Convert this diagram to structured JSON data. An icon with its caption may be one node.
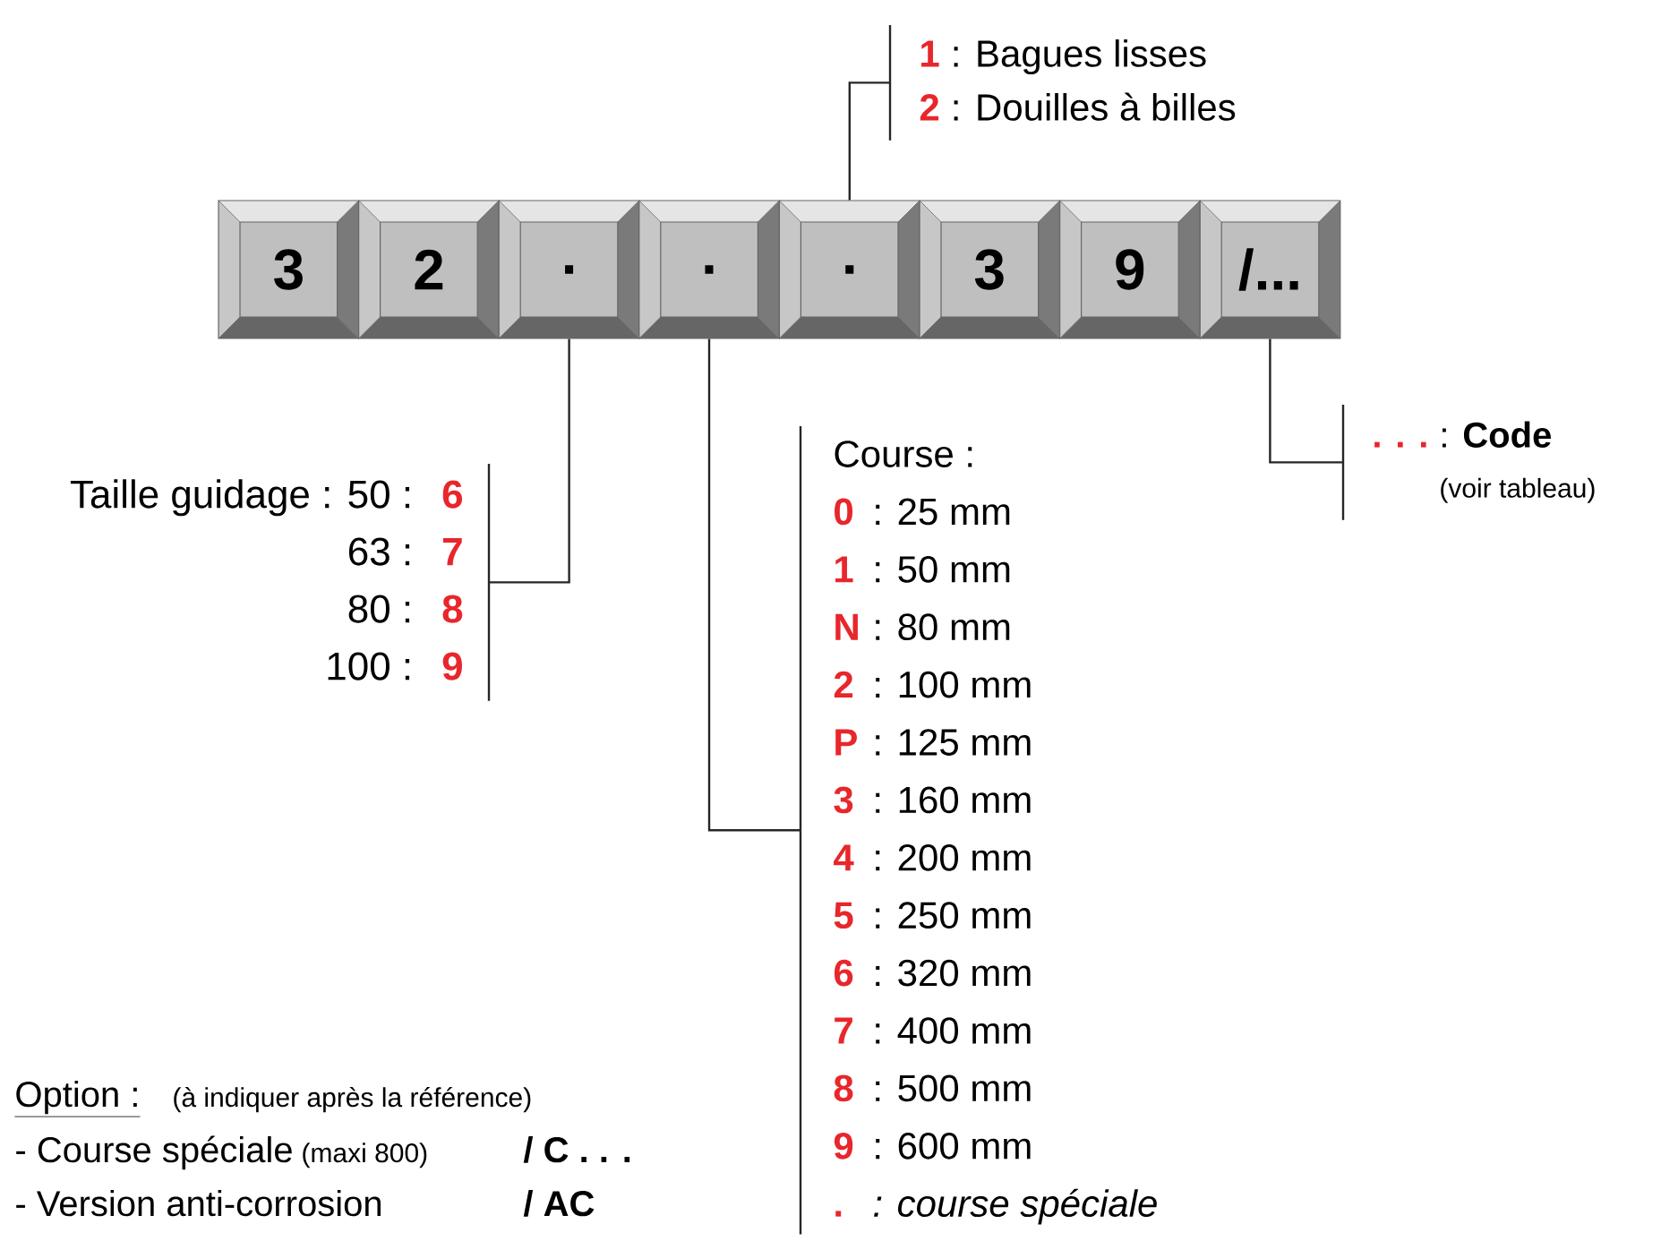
{
  "diagram": {
    "nodes": [
      {
        "text": [
          "3"
        ]
      },
      {
        "text": [
          "2"
        ]
      },
      {
        "text": [
          "."
        ]
      },
      {
        "text": [
          "."
        ]
      },
      {
        "text": [
          "."
        ]
      },
      {
        "text": [
          "3"
        ]
      },
      {
        "text": [
          "9"
        ]
      },
      {
        "text": [
          "/..."
        ]
      },
      {
        "text": [
          "1",
          ": Bagues lisses",
          "2",
          ": Douilles à billes"
        ]
      },
      {
        "text": [
          "Taille guidage : 50 :",
          "6",
          "63 :",
          "7",
          "80 :",
          "8",
          "100 :",
          "9"
        ]
      },
      {
        "text": [
          "Course :",
          "0",
          ":   25 mm",
          "1",
          ":   50 mm",
          "N",
          ":  80 mm",
          "2",
          ": 100 mm",
          "P",
          ": 125 mm",
          "3",
          ": 160 mm",
          "4",
          ": 200 mm",
          "5",
          ": 250 mm",
          "6",
          ": 320 mm",
          "7",
          ": 400 mm",
          "8",
          ": 500 mm",
          "9",
          ": 600 mm",
          ".",
          ": course spéciale"
        ]
      },
      {
        "text": [
          ". . .",
          ":  **Code**",
          "(voir tableau)"
        ]
      }
    ],
    "edges": [
      {
        "from": 4,
        "to": 8,
        "arrow": "none"
      },
      {
        "from": 2,
        "to": 9,
        "arrow": "none"
      },
      {
        "from": 3,
        "to": 10,
        "arrow": "none"
      },
      {
        "from": 7,
        "to": 11,
        "arrow": "none"
      }
    ],
    "labels": [
      "Option :",
      "(à indiquer après la référence)",
      "- Course spéciale",
      "(maxi 800)",
      "/ C . . .",
      "- Version anti-corrosion",
      "/ AC"
    ]
  }
}
